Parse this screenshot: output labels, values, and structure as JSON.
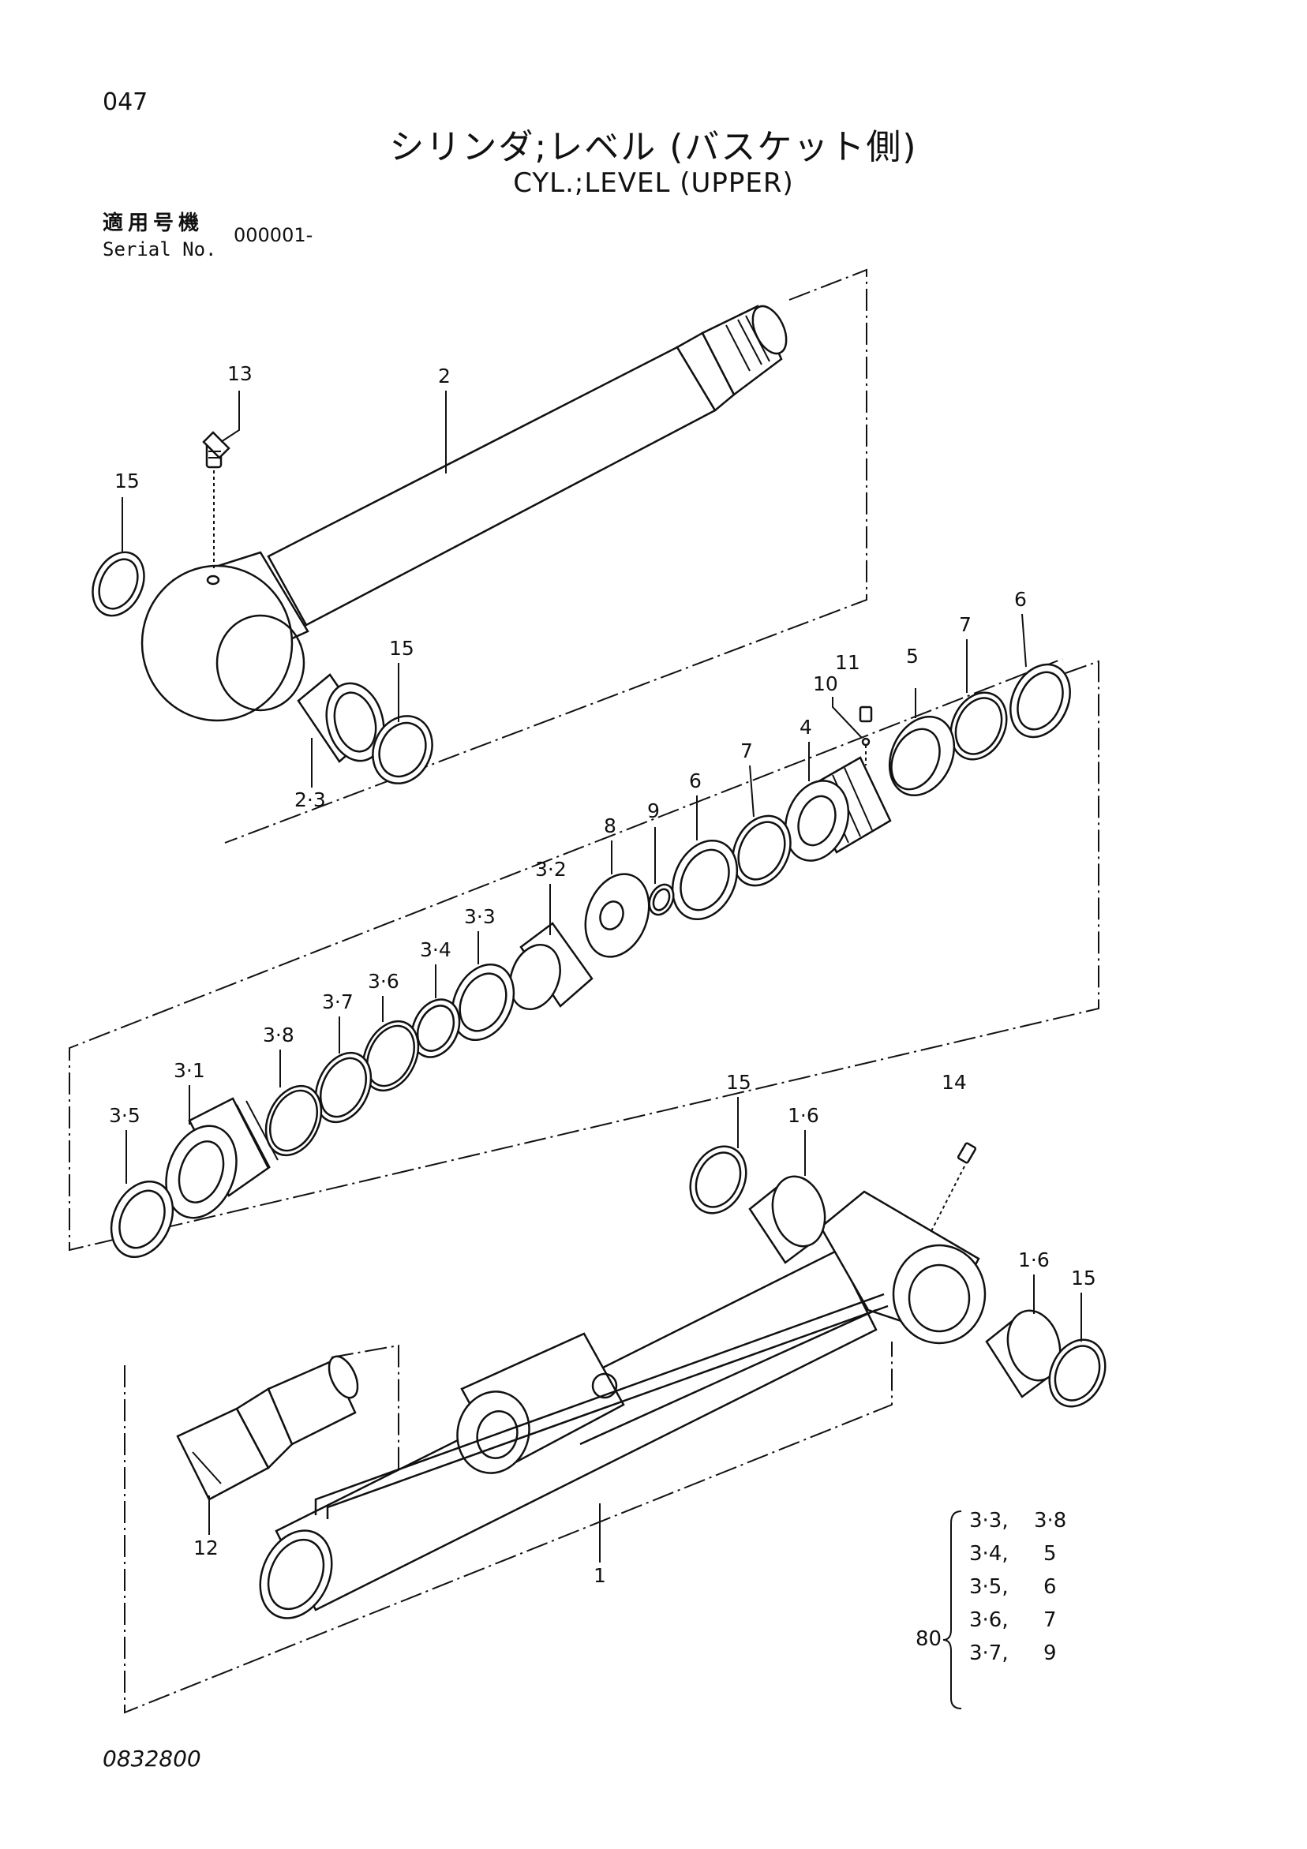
{
  "header": {
    "page_number": "047",
    "title_ja": "シリンダ;レベル (バスケット側)",
    "title_en": "CYL.;LEVEL (UPPER)",
    "serial_label_ja": "適用号機",
    "serial_label_en": "Serial No.",
    "serial_value": "000001-"
  },
  "callouts": {
    "c13": "13",
    "c2": "2",
    "c15a": "15",
    "c15b": "15",
    "c2_3": "2·3",
    "c6a": "6",
    "c7a": "7",
    "c11": "11",
    "c10": "10",
    "c5": "5",
    "c4": "4",
    "c7b": "7",
    "c6b": "6",
    "c9": "9",
    "c8": "8",
    "c3_2": "3·2",
    "c3_3": "3·3",
    "c3_4": "3·4",
    "c3_6": "3·6",
    "c3_7": "3·7",
    "c3_8": "3·8",
    "c3_1": "3·1",
    "c3_5": "3·5",
    "c15c": "15",
    "c1_6a": "1·6",
    "c14": "14",
    "c1_6b": "1·6",
    "c15d": "15",
    "c12": "12",
    "c1": "1"
  },
  "kit": {
    "number": "80",
    "rows": [
      [
        "3·3,",
        "3·8"
      ],
      [
        "3·4,",
        "5"
      ],
      [
        "3·5,",
        "6"
      ],
      [
        "3·6,",
        "7"
      ],
      [
        "3·7,",
        "9"
      ]
    ]
  },
  "footer": {
    "drawing_code": "0832800"
  }
}
